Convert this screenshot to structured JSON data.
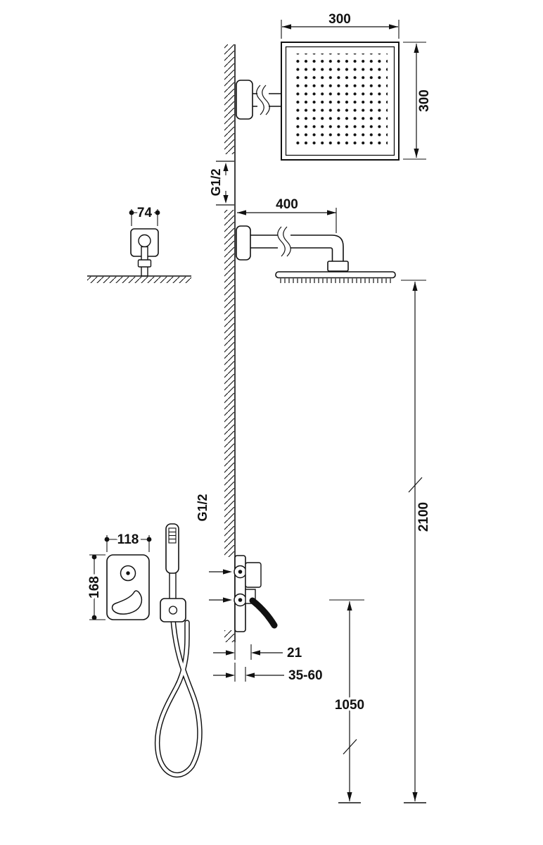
{
  "drawing": {
    "labels": {
      "head_width": "300",
      "head_depth": "300",
      "arm_thread": "G1/2",
      "arm_length": "400",
      "union_width": "74",
      "overall_height": "2100",
      "mixer_thread": "G1/2",
      "mixer_plate_width": "118",
      "mixer_plate_height": "168",
      "wall_offset": "21",
      "recess_depth": "35-60",
      "mixer_height_from_floor": "1050"
    },
    "colors": {
      "line": "#111111",
      "background": "#ffffff"
    }
  }
}
